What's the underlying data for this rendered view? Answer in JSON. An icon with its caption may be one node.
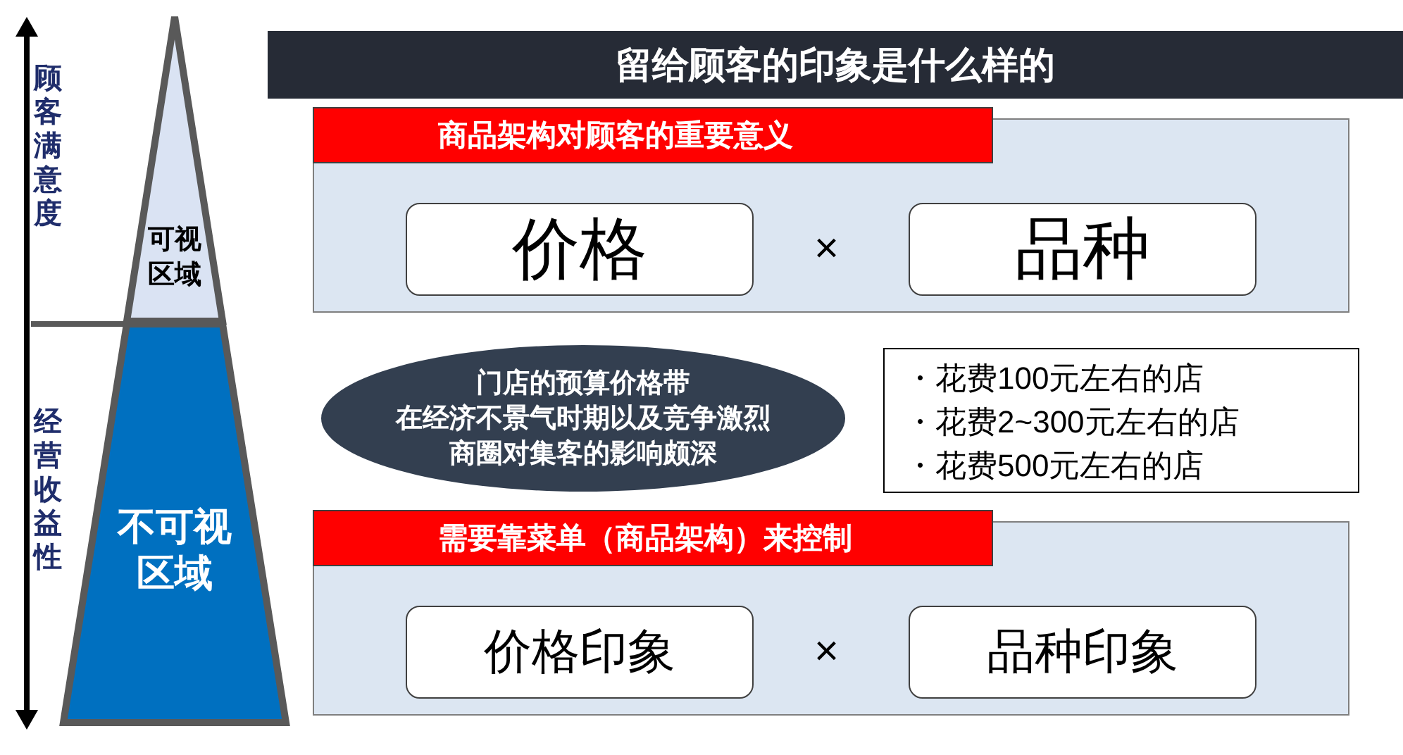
{
  "diagram": {
    "title": "留给顾客的印象是什么样的",
    "nodes": [
      {
        "text": [
          "商品架构对顾客的重要意义"
        ]
      },
      {
        "text": [
          "价格"
        ],
        "in": 0
      },
      {
        "text": [
          "品种"
        ],
        "in": 0
      },
      {
        "text": [
          "门店的预算价格带",
          "在经济不景气时期以及竞争激烈",
          "商圈对集客的影响颇深"
        ]
      },
      {
        "text": [
          "・花费100元左右的店",
          "・花费2~300元左右的店",
          "・花费500元左右的店"
        ]
      },
      {
        "text": [
          "需要靠菜单（商品架构）来控制"
        ]
      },
      {
        "text": [
          "价格印象"
        ],
        "in": 5
      },
      {
        "text": [
          "品种印象"
        ],
        "in": 5
      },
      {
        "text": [
          "可视区域"
        ]
      },
      {
        "text": [
          "不可视区域"
        ]
      }
    ],
    "edges": [],
    "labels": [
      "顾客满意度",
      "经营收益性",
      "×",
      "×"
    ]
  }
}
